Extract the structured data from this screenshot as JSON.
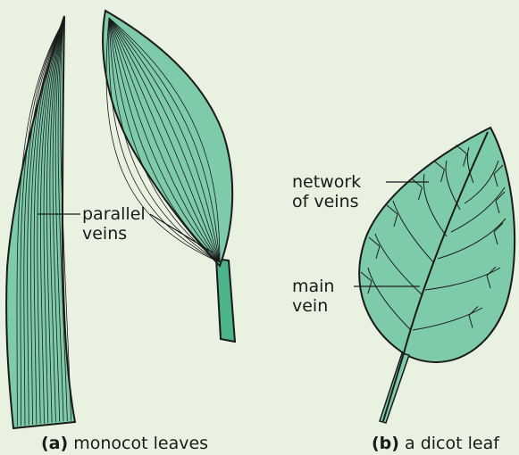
{
  "colors": {
    "background": "#e9f2e1",
    "leaf_fill": "#7ecbaa",
    "leaf_outline": "#1a1a1a",
    "stem_fill": "#4db48a"
  },
  "labels": {
    "parallel_veins": [
      "parallel",
      "veins"
    ],
    "network_of_veins": [
      "network",
      "of veins"
    ],
    "main_vein": [
      "main",
      "vein"
    ]
  },
  "captions": {
    "a": {
      "tag": "(a)",
      "text": "monocot leaves"
    },
    "b": {
      "tag": "(b)",
      "text": "a dicot leaf"
    }
  }
}
